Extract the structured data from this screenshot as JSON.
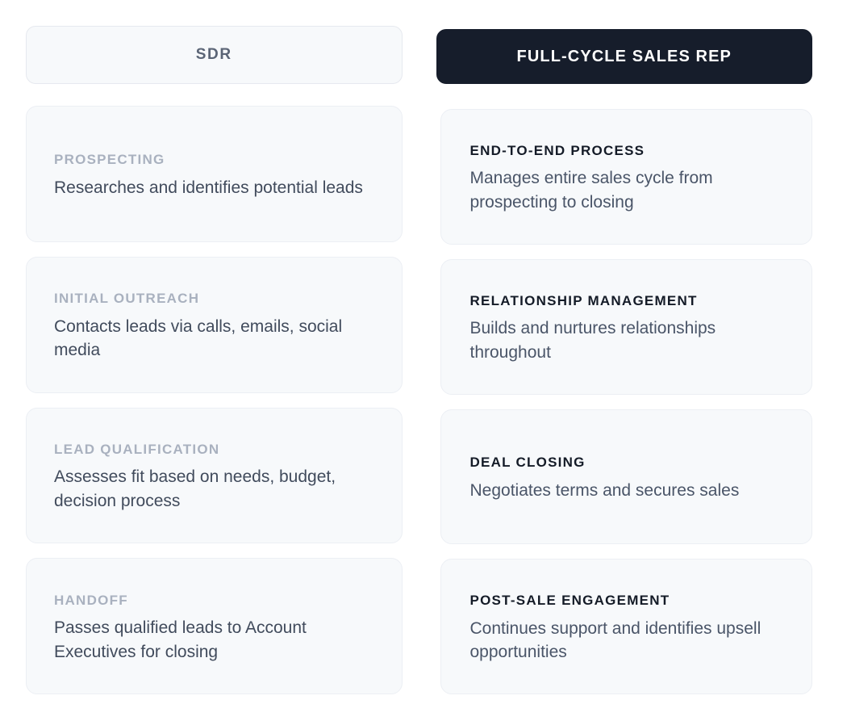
{
  "colors": {
    "accent_dark": "#161d2b",
    "card_background": "#f7f9fb",
    "card_border": "#eceff4",
    "muted_label": "#a9b1bf",
    "muted_text": "#414b5c",
    "emphasis_label": "#141b27",
    "emphasis_text": "#4a5568",
    "page_background": "#ffffff"
  },
  "columns": [
    {
      "header": "SDR",
      "style": "plain",
      "cards": [
        {
          "label": "PROSPECTING",
          "text": "Researches and identifies potential leads"
        },
        {
          "label": "INITIAL OUTREACH",
          "text": "Contacts leads via calls, emails, social media"
        },
        {
          "label": "LEAD QUALIFICATION",
          "text": "Assesses fit based on needs, budget, decision process"
        },
        {
          "label": "HANDOFF",
          "text": "Passes qualified leads to Account Executives for closing"
        }
      ]
    },
    {
      "header": "FULL-CYCLE SALES REP",
      "style": "accent",
      "cards": [
        {
          "label": "END-TO-END PROCESS",
          "text": "Manages entire sales cycle from prospecting to closing"
        },
        {
          "label": "RELATIONSHIP MANAGEMENT",
          "text": "Builds and nurtures relationships throughout"
        },
        {
          "label": "DEAL CLOSING",
          "text": "Negotiates terms and secures sales"
        },
        {
          "label": "POST-SALE ENGAGEMENT",
          "text": "Continues support and identifies upsell opportunities"
        }
      ]
    }
  ]
}
